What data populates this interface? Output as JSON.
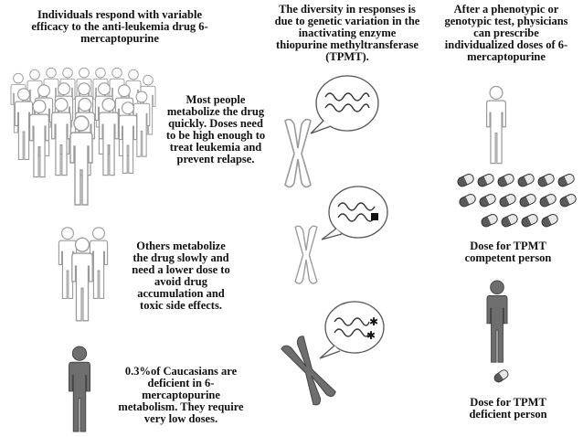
{
  "left_column": {
    "heading": "Individuals respond with variable\nefficacy to the anti-leukemia drug 6-\nmercaptopurine",
    "group_fast": "Most people\nmetabolize the drug\nquickly.  Doses need\nto be high enough to\ntreat leukemia and\nprevent relapse.",
    "group_slow": "Others metabolize\nthe drug slowly and\nneed a lower dose to\navoid drug\naccumulation and\ntoxic side effects.",
    "group_deficient": "0.3%of Caucasians are\ndeficient in 6-\nmercaptopurine\nmetabolism.  They require\nvery low doses."
  },
  "middle_column": {
    "heading": "The diversity in responses is\ndue to genetic variation in the\ninactivating enzyme\nthiopurine methyltransferase\n(TPMT)."
  },
  "right_column": {
    "heading": "After a phenotypic or\ngenotypic test, physicians\ncan prescribe\nindividualized doses of 6-\nmercaptopurine",
    "dose_competent": "Dose for TPMT\ncompetent person",
    "dose_deficient": "Dose for TPMT\ndeficient person"
  },
  "colors": {
    "light_figure_fill": "#ffffff",
    "light_figure_stroke": "#9a9a9a",
    "dark_figure_fill": "#6e6e6e",
    "pill_dark": "#5a5a5a",
    "pill_light": "#e8e8e8"
  },
  "pill_rows": [
    6,
    6,
    4
  ]
}
